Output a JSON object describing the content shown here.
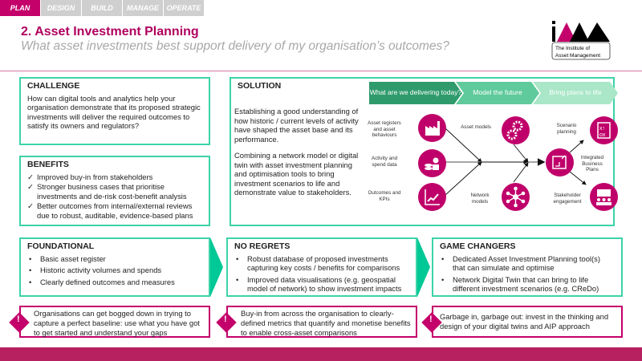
{
  "tabs": [
    {
      "label": "PLAN",
      "active": true
    },
    {
      "label": "DESIGN"
    },
    {
      "label": "BUILD"
    },
    {
      "label": "MANAGE"
    },
    {
      "label": "OPERATE"
    }
  ],
  "header": {
    "title": "2. Asset Investment Planning",
    "subtitle": "What asset investments best support delivery of my organisation’s outcomes?"
  },
  "logo": {
    "line1": "The Institute of",
    "line2": "Asset Management",
    "text": "iAM"
  },
  "challenge": {
    "heading": "CHALLENGE",
    "text": "How can digital tools and analytics help your organisation demonstrate that its proposed strategic investments will deliver the required outcomes to satisfy its owners and regulators?"
  },
  "benefits": {
    "heading": "BENEFITS",
    "items": [
      "Improved buy-in from stakeholders",
      "Stronger business cases that prioritise investments and de-risk cost-benefit analysis",
      "Better outcomes from internal/external reviews due to robust, auditable, evidence-based plans"
    ]
  },
  "solution": {
    "heading": "SOLUTION",
    "para1": "Establishing a good understanding of how historic / current levels of activity have shaped the asset base and its performance.",
    "para2": "Combining a network model or digital twin with asset investment planning and optimisation tools to bring investment scenarios to life and demonstrate value to stakeholders.",
    "stages": [
      "What are we delivering today?",
      "Model the future",
      "Bring plans to life"
    ],
    "inputs": [
      "Asset registers and asset behaviours",
      "Activity and spend data",
      "Outcomes and KPIs"
    ],
    "models": [
      "Asset models",
      "Network models"
    ],
    "outputs": [
      "Scenario planning",
      "Integrated Business Plans",
      "Stakeholder engagement"
    ]
  },
  "foundational": {
    "heading": "FOUNDATIONAL",
    "items": [
      "Basic asset register",
      "Historic activity volumes and spends",
      "Clearly defined outcomes and measures"
    ],
    "warning": "Organisations can get bogged down in trying to capture a perfect baseline: use what you have got to get started and understand your gaps"
  },
  "no_regrets": {
    "heading": "NO REGRETS",
    "items": [
      "Robust database of proposed investments capturing key costs / benefits for comparisons",
      "Improved data visualisations (e.g. geospatial model of network) to show investment impacts"
    ],
    "warning": "Buy-in from across the organisation to clearly-defined metrics that quantify and monetise benefits to enable cross-asset comparisons"
  },
  "game_changers": {
    "heading": "GAME CHANGERS",
    "items": [
      "Dedicated Asset Investment Planning tool(s) that can simulate and optimise",
      "Network Digital Twin that can bring to life different investment scenarios (e.g. CReDo)"
    ],
    "warning": "Garbage in, garbage out: invest in the thinking and design of your digital twins and AIP approach"
  },
  "warning_icon": "exclamation-diamond-icon",
  "colors": {
    "magenta": "#c4006b",
    "green": "#3dd3a8",
    "bar": "#b7215f"
  }
}
